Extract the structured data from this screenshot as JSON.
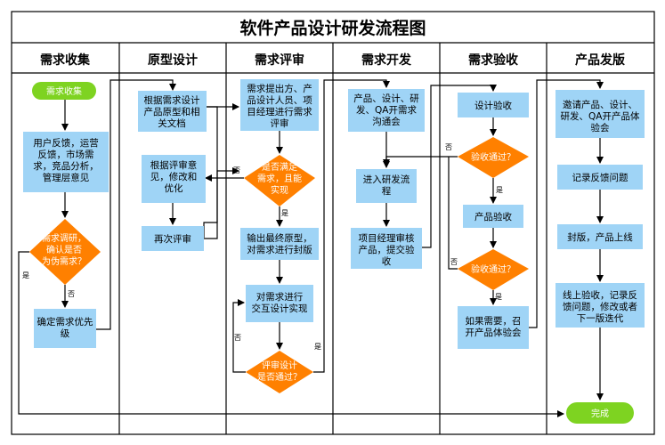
{
  "title": "软件产品设计研发流程图",
  "lanes": [
    "需求收集",
    "原型设计",
    "需求评审",
    "需求开发",
    "需求验收",
    "产品发版"
  ],
  "nodes": {
    "start": [
      "需求收集"
    ],
    "feedback": [
      "用户反馈，运营",
      "反馈，市场需",
      "求，竞品分析，",
      "管理层意见"
    ],
    "research": [
      "需求调研，",
      "确认是否",
      "为伪需求？"
    ],
    "confirm": [
      "确定需求优先",
      "级"
    ],
    "prototype": [
      "根据需求设计",
      "产品原型和相",
      "关文档"
    ],
    "revise": [
      "根据评审意",
      "见，修改和",
      "优化"
    ],
    "rereview": [
      "再次评审"
    ],
    "propose": [
      "需求提出方、产",
      "品设计人员、项",
      "目经理进行需求",
      "评审"
    ],
    "satisfy": [
      "是否满足",
      "需求，且能",
      "实现"
    ],
    "final": [
      "输出最终原型，",
      "对需求进行封版"
    ],
    "interact": [
      "对需求进行",
      "交互设计实现"
    ],
    "designpass": [
      "评审设计",
      "是否通过？"
    ],
    "devcomm": [
      "产品、设计、研",
      "发、QA开需求",
      "沟通会"
    ],
    "devflow": [
      "进入研发流",
      "程"
    ],
    "pmreview": [
      "项目经理审核",
      "产品，提交验",
      "收"
    ],
    "designaccept": [
      "设计验收"
    ],
    "accept1": [
      "验收通过？"
    ],
    "productaccept": [
      "产品验收"
    ],
    "accept2": [
      "验收通过？"
    ],
    "experience": [
      "如果需要，召",
      "开产品体验会"
    ],
    "invite": [
      "邀请产品、设计、",
      "研发、QA开产品体",
      "验会"
    ],
    "record": [
      "记录反馈问题"
    ],
    "release": [
      "封版，产品上线"
    ],
    "online": [
      "线上验收，记录反",
      "馈问题，修改或者",
      "下一版迭代"
    ],
    "end": [
      "完成"
    ]
  },
  "labels": {
    "yes": "是",
    "no": "否"
  }
}
